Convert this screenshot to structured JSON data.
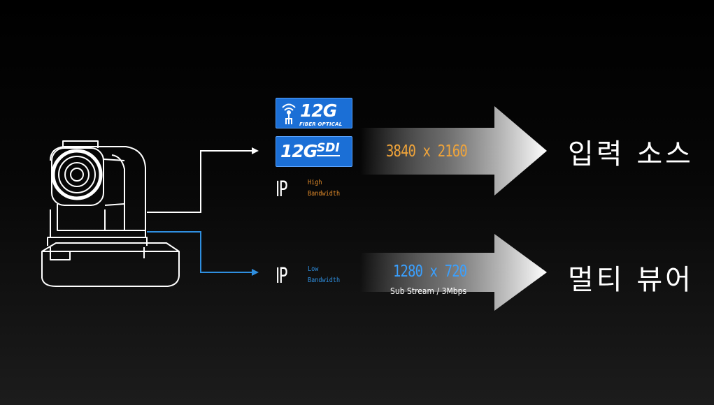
{
  "badges": {
    "fiber": {
      "title": "12G",
      "subtitle": "FIBER OPTICAL",
      "color": "#1b6fd6"
    },
    "sdi": {
      "title": "12G",
      "suffix": "SDI",
      "color": "#1b6fd6"
    }
  },
  "paths": {
    "high": {
      "ip_label": "IP",
      "bandwidth_line1": "High",
      "bandwidth_line2": "Bandwidth",
      "bandwidth_color": "#e08a2a",
      "resolution": "3840 x 2160",
      "resolution_color": "#f0a43a",
      "output": "입력 소스"
    },
    "low": {
      "ip_label": "IP",
      "bandwidth_line1": "Low",
      "bandwidth_line2": "Bandwidth",
      "bandwidth_color": "#2f8fe0",
      "resolution": "1280 x 720",
      "resolution_color": "#3aa0ff",
      "stream_note": "Sub Stream / 3Mbps",
      "output": "멀티 뷰어"
    }
  },
  "colors": {
    "connector_white": "#ffffff",
    "connector_blue": "#2f8fe0",
    "background": "#000000"
  }
}
